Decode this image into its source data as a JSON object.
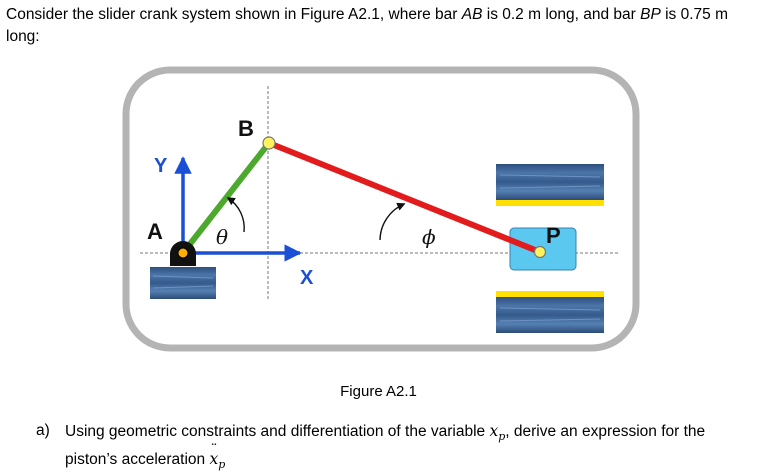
{
  "intro": {
    "part1": "Consider the slider crank system shown in Figure A2.1, where bar ",
    "bar1": "AB",
    "part2": " is 0.2 m long, and bar ",
    "bar2": "BP",
    "part3": " is 0.75 m long:"
  },
  "figure": {
    "labels": {
      "B": "B",
      "Y": "Y",
      "A": "A",
      "theta": "θ",
      "X": "X",
      "phi": "ϕ",
      "P": "P"
    },
    "caption": "Figure A2.1"
  },
  "question": {
    "label": "a)",
    "part1": "Using geometric constraints and differentiation of the variable ",
    "var": "x",
    "var_sub": "p",
    "part2": ", derive an expression for the",
    "part3": "piston’s acceleration ",
    "acc_var": "x",
    "acc_sub": "p"
  }
}
